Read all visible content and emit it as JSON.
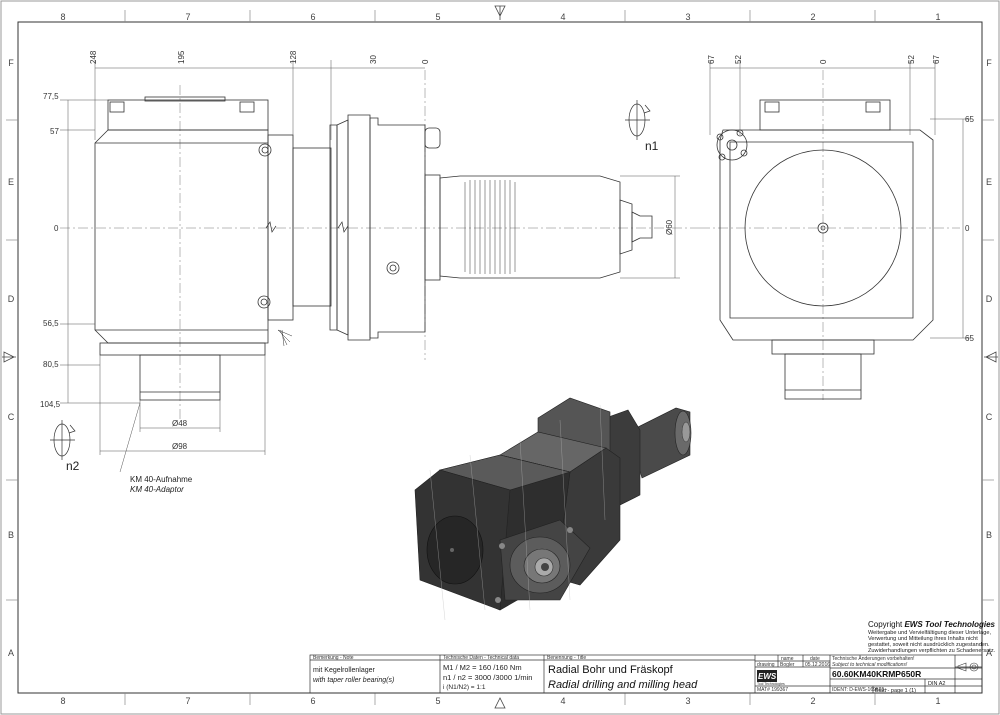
{
  "grid": {
    "columns": [
      "8",
      "7",
      "6",
      "5",
      "4",
      "3",
      "2",
      "1"
    ],
    "rows": [
      "F",
      "E",
      "D",
      "C",
      "B",
      "A"
    ]
  },
  "front_view": {
    "top_dims": [
      "248",
      "195",
      "128",
      "30",
      "0"
    ],
    "left_dims": [
      "77,5",
      "57",
      "0",
      "56,5",
      "80,5",
      "104,5"
    ],
    "dia_48": "Ø48",
    "dia_98": "Ø98",
    "dia_60": "Ø60",
    "rot_n1": "n1",
    "rot_n2": "n2",
    "adapter_de": "KM 40-Aufnahme",
    "adapter_en": "KM 40-Adaptor"
  },
  "side_view": {
    "top_dims": [
      "67",
      "52",
      "0",
      "52",
      "67"
    ],
    "right_dims": [
      "65",
      "0",
      "65"
    ]
  },
  "copyright": {
    "title_prefix": "Copyright ",
    "title_brand": "EWS Tool Technologies",
    "lines": [
      "Weitergabe und Vervielfältigung dieser Unterlage,",
      "Verwertung und Mitteilung ihres Inhalts nicht",
      "gestattet, soweit nicht ausdrücklich zugestanden.",
      "Zuwiderhandlungen verpflichten zu Schadenersatz."
    ]
  },
  "title_block": {
    "remark_header": "Bemerkung - Note",
    "remark_de": "mit Kegelrollenlager",
    "remark_en": "with taper roller bearing(s)",
    "tech_header": "Technische Daten - Technical data",
    "torque": "M1 / M2 = 160 /160 Nm",
    "speed": "n1 / n2 = 3000 /3000  1/min",
    "ratio": "i  (N1/N2) = 1:1",
    "title_header": "Benennung - Title",
    "title_de": "Radial Bohr und Fräskopf",
    "title_en": "Radial drilling and milling head",
    "col_name": "name",
    "col_date": "date",
    "drawing_label": "drawing",
    "drawn_by": "Bogler",
    "drawn_date": "05.12.2016",
    "logo": "EWS",
    "logo_sub": "Tool Technologies",
    "mod_de": "Technische Änderungen vorbehalten!",
    "mod_en": "Subject to technical modifications!",
    "part_no": "60.60KM40KRMP650R",
    "mat_no": "MAT# 199367",
    "ident": "IDENT: D-EWS-169525 -",
    "din": "DIN A2",
    "sheet": "Blatt - page  1 (1)"
  }
}
